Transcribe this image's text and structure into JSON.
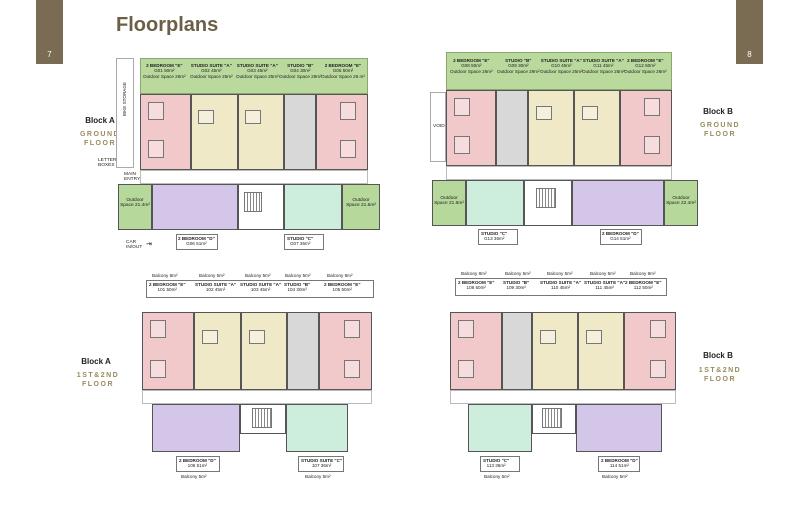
{
  "page_title": "Floorplans",
  "page_numbers": {
    "left": "7",
    "right": "8"
  },
  "blockA_ground": {
    "block": "Block A",
    "floor": [
      "GROUND",
      "FLOOR"
    ],
    "header": [
      {
        "name": "2 BEDROOM \"E\"",
        "unit": "G01",
        "area": "50m²",
        "outdoor": "Outdoor Space 26m²"
      },
      {
        "name": "STUDIO SUITE \"A\"",
        "unit": "G02",
        "area": "45m²",
        "outdoor": "Outdoor Space 25m²"
      },
      {
        "name": "STUDIO SUITE \"A\"",
        "unit": "G03",
        "area": "45m²",
        "outdoor": "Outdoor Space 25m²"
      },
      {
        "name": "STUDIO \"B\"",
        "unit": "G04",
        "area": "30m²",
        "outdoor": "Outdoor Space 29m²"
      },
      {
        "name": "2 BEDROOM \"E\"",
        "unit": "G05",
        "area": "50m²",
        "outdoor": "Outdoor Space 26 m²"
      }
    ],
    "labels": {
      "bike": "BIKE STORAGE",
      "letter": "LETTER BOXES",
      "main": "MAIN ENTRY",
      "car": "CAR IN/OUT",
      "out_left": "Outdoor Space 21.4m²",
      "out_right": "Outdoor Space 21.6m²"
    },
    "bottom": [
      {
        "name": "2 BEDROOM \"D\"",
        "unit": "G06",
        "area": "51m²"
      },
      {
        "name": "STUDIO \"C\"",
        "unit": "G07",
        "area": "36m²"
      }
    ]
  },
  "blockB_ground": {
    "block": "Block B",
    "floor": [
      "GROUND",
      "FLOOR"
    ],
    "header": [
      {
        "name": "2 BEDROOM \"E\"",
        "unit": "G08",
        "area": "50m²",
        "outdoor": "Outdoor Space 26m²"
      },
      {
        "name": "STUDIO \"B\"",
        "unit": "G09",
        "area": "30m²",
        "outdoor": "Outdoor Space 29m²"
      },
      {
        "name": "STUDIO SUITE \"A\"",
        "unit": "G10",
        "area": "45m²",
        "outdoor": "Outdoor Space 25m²"
      },
      {
        "name": "STUDIO SUITE \"A\"",
        "unit": "G11",
        "area": "45m²",
        "outdoor": "Outdoor Space 25m²"
      },
      {
        "name": "2 BEDROOM \"E\"",
        "unit": "G12",
        "area": "50m²",
        "outdoor": "Outdoor Space 26m²"
      }
    ],
    "labels": {
      "void": "VOID",
      "out_left": "Outdoor Space 21.6m²",
      "out_right": "Outdoor Space 22.4m²"
    },
    "bottom": [
      {
        "name": "STUDIO \"C\"",
        "unit": "G13",
        "area": "36m²"
      },
      {
        "name": "2 BEDROOM \"D\"",
        "unit": "G14",
        "area": "51m²"
      }
    ]
  },
  "blockA_upper": {
    "block": "Block A",
    "floor": [
      "1ST&2ND",
      "FLOOR"
    ],
    "header": [
      {
        "balcony": "Balcony 8m²",
        "name": "2 BEDROOM \"E\"",
        "unit": "101",
        "area": "50m²"
      },
      {
        "balcony": "Balcony 5m²",
        "name": "STUDIO SUITE \"A\"",
        "unit": "102",
        "area": "45m²"
      },
      {
        "balcony": "Balcony 5m²",
        "name": "STUDIO SUITE \"A\"",
        "unit": "103",
        "area": "45m²"
      },
      {
        "balcony": "Balcony 5m²",
        "name": "STUDIO \"B\"",
        "unit": "104",
        "area": "30m²"
      },
      {
        "balcony": "Balcony 8m²",
        "name": "2 BEDROOM \"E\"",
        "unit": "105",
        "area": "50m²"
      }
    ],
    "bottom": [
      {
        "name": "2 BEDROOM \"D\"",
        "unit": "106",
        "area": "51m²",
        "balcony": "Balcony 5m²"
      },
      {
        "name": "STUDIO SUITE \"C\"",
        "unit": "107",
        "area": "36m²",
        "balcony": "Balcony 5m²"
      }
    ]
  },
  "blockB_upper": {
    "block": "Block B",
    "floor": [
      "1ST&2ND",
      "FLOOR"
    ],
    "header": [
      {
        "balcony": "Balcony 8m²",
        "name": "2 BEDROOM \"E\"",
        "unit": "108",
        "area": "50m²"
      },
      {
        "balcony": "Balcony 5m²",
        "name": "STUDIO \"B\"",
        "unit": "109",
        "area": "30m²"
      },
      {
        "balcony": "Balcony 5m²",
        "name": "STUDIO SUITE \"A\"",
        "unit": "110",
        "area": "45m²"
      },
      {
        "balcony": "Balcony 5m²",
        "name": "STUDIO SUITE \"A\"",
        "unit": "111",
        "area": "45m²"
      },
      {
        "balcony": "Balcony 8m²",
        "name": "2 BEDROOM \"E\"",
        "unit": "112",
        "area": "50m²"
      }
    ],
    "bottom": [
      {
        "name": "STUDIO \"C\"",
        "unit": "113",
        "area": "36m²",
        "balcony": "Balcony 5m²"
      },
      {
        "name": "2 BEDROOM \"D\"",
        "unit": "114",
        "area": "51m²",
        "balcony": "Balcony 5m²"
      }
    ]
  }
}
